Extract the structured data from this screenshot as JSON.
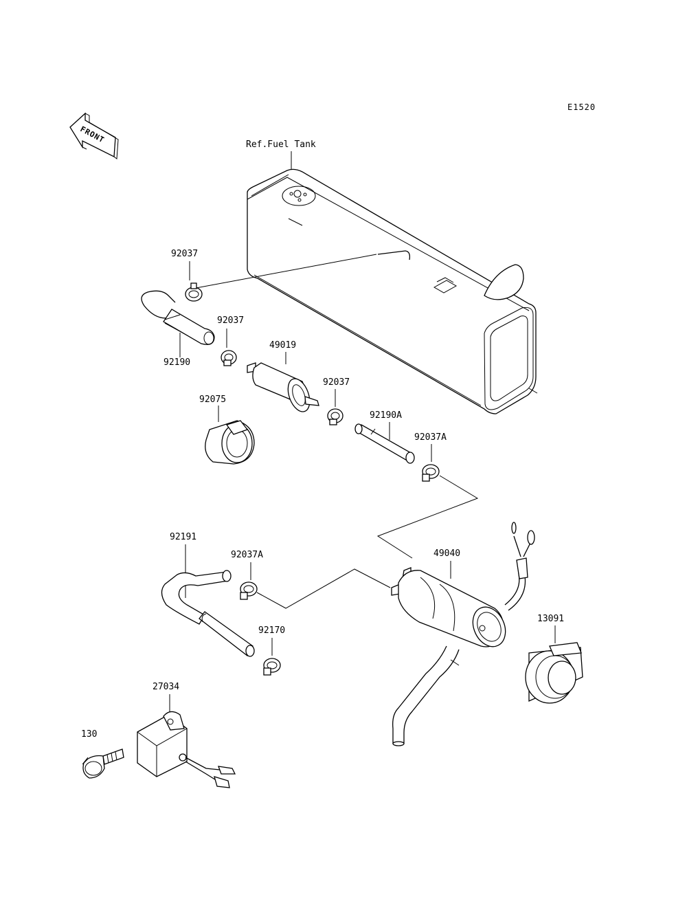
{
  "diagram_code": "E1520",
  "front_label": "FRONT",
  "ref_label": "Ref.Fuel Tank",
  "parts": {
    "p92037_a": "92037",
    "p92037_b": "92037",
    "p92037_c": "92037",
    "p92190": "92190",
    "p49019": "49019",
    "p92075": "92075",
    "p92190A": "92190A",
    "p92037A_a": "92037A",
    "p92037A_b": "92037A",
    "p92191": "92191",
    "p49040": "49040",
    "p92170": "92170",
    "p13091": "13091",
    "p27034": "27034",
    "p130": "130"
  }
}
